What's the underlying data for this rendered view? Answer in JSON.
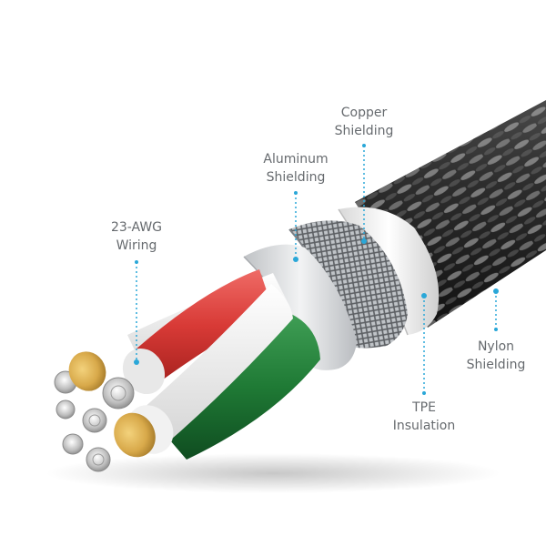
{
  "callouts": [
    {
      "id": "copper",
      "line1": "Copper",
      "line2": "Shielding"
    },
    {
      "id": "aluminum",
      "line1": "Aluminum",
      "line2": "Shielding"
    },
    {
      "id": "wiring",
      "line1": "23-AWG",
      "line2": "Wiring"
    },
    {
      "id": "nylon",
      "line1": "Nylon",
      "line2": "Shielding"
    },
    {
      "id": "tpe",
      "line1": "TPE",
      "line2": "Insulation"
    }
  ],
  "colors": {
    "leader": "#2aa7d8",
    "label_text": "#666a6e",
    "nylon_braid": "#2a2a2a",
    "tpe": "#e9e9e9",
    "aluminum": "#d4d6d8",
    "copper_mesh": "#8c8f93",
    "wire_red": "#d83a36",
    "wire_green": "#1f7a35",
    "wire_white": "#f4f4f4",
    "gold_tip": "#d8a94a"
  }
}
